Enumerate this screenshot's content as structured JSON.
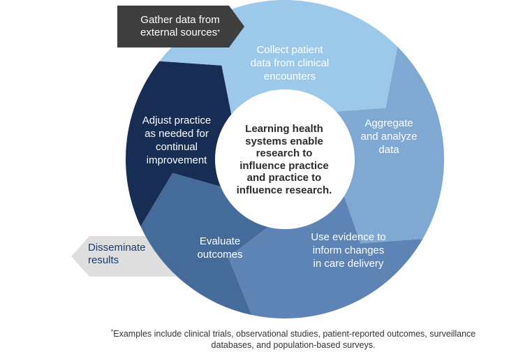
{
  "colors": {
    "collect": "#9cc8ea",
    "aggregate": "#7fa9d2",
    "use_evidence": "#5d84b4",
    "evaluate": "#456b9a",
    "adjust": "#172d54",
    "gather_callout": "#3f3f3f",
    "disseminate_callout": "#dedede",
    "disseminate_text": "#1e3a6a",
    "center_fill": "#ffffff"
  },
  "cycle": {
    "center_text": "Learning health\nsystems enable\nresearch to\ninfluence practice\nand practice to\ninfluence research.",
    "segments": [
      {
        "name": "collect",
        "label": "Collect patient\ndata from clinical\nencounters"
      },
      {
        "name": "aggregate",
        "label": "Aggregate\nand analyze\ndata"
      },
      {
        "name": "use-evidence",
        "label": "Use evidence to\ninform changes\nin care delivery"
      },
      {
        "name": "evaluate",
        "label": "Evaluate\noutcomes"
      },
      {
        "name": "adjust",
        "label": "Adjust practice\nas needed for\ncontinual\nimprovement"
      }
    ]
  },
  "callouts": {
    "gather": {
      "text": "Gather data from\nexternal sources",
      "marker": "*"
    },
    "disseminate": {
      "text": "Disseminate\nresults"
    }
  },
  "footnote": {
    "marker": "*",
    "text": "Examples include clinical trials, observational studies, patient-reported outcomes, surveillance databases, and population-based surveys."
  }
}
